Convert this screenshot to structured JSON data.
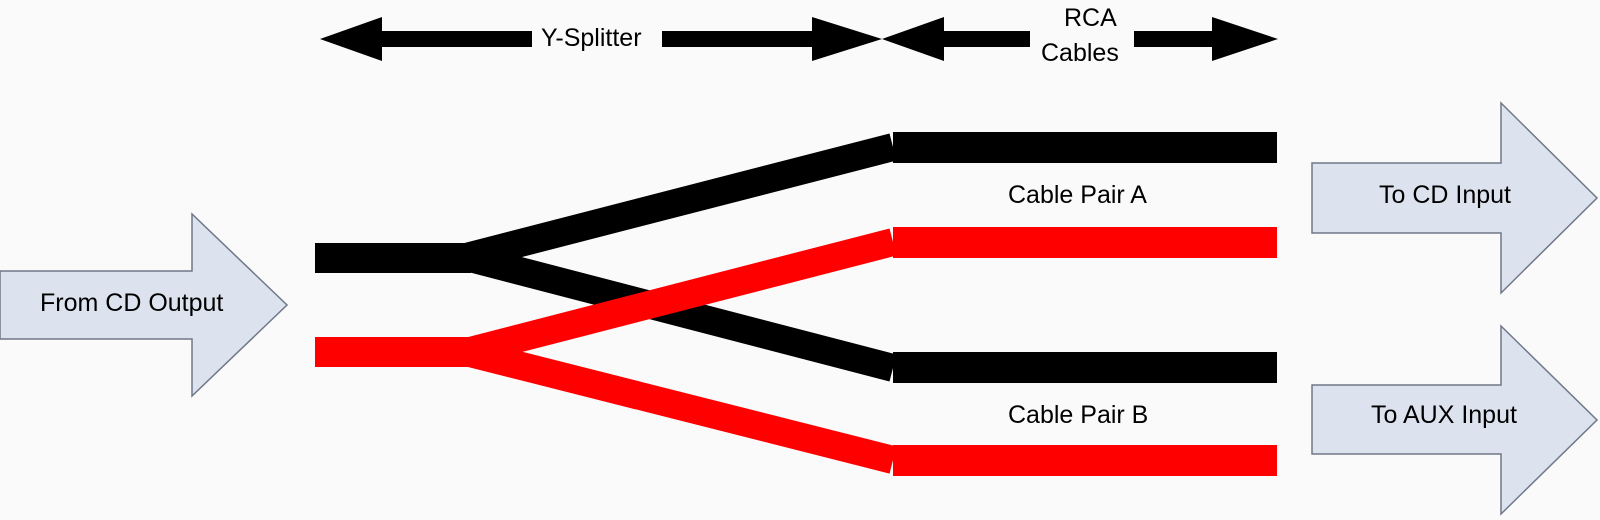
{
  "dimension": {
    "ysplitter_label": "Y-Splitter",
    "rca_label_line1": "RCA",
    "rca_label_line2": "Cables"
  },
  "input_arrow": {
    "label": "From CD Output"
  },
  "outputs": [
    {
      "label": "To CD Input"
    },
    {
      "label": "To AUX Input"
    }
  ],
  "pairs": [
    {
      "label": "Cable Pair A"
    },
    {
      "label": "Cable Pair B"
    }
  ],
  "colors": {
    "background": "#fbfafb",
    "arrow_fill": "#dde3ee",
    "arrow_stroke": "#6f7888",
    "cable_black": "#000000",
    "cable_red": "#ff0000"
  }
}
